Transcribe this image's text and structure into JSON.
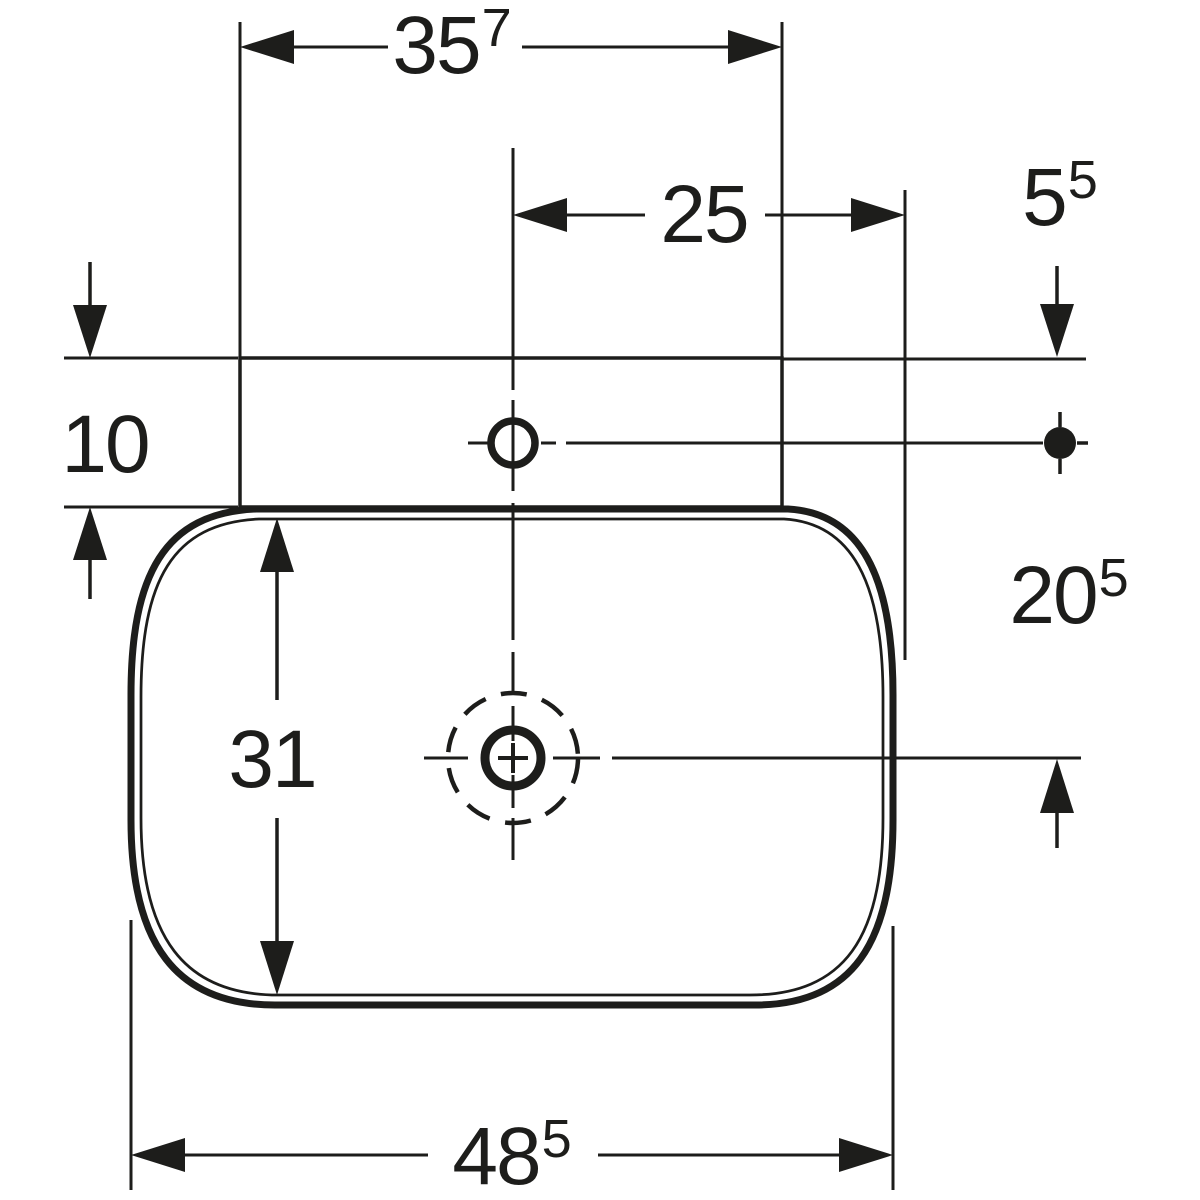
{
  "drawing": {
    "subject": "washbasin-top-view-dimension-drawing",
    "background_color": "#ffffff",
    "line_color": "#1d1d1b"
  },
  "dimensions": {
    "ledge_width": {
      "value": "35",
      "sup": "7"
    },
    "tap_hole_offset": {
      "value": "25",
      "sup": ""
    },
    "tap_hole_setback": {
      "value": "5",
      "sup": "5"
    },
    "ledge_depth": {
      "value": "10",
      "sup": ""
    },
    "tap_to_drain": {
      "value": "20",
      "sup": "5"
    },
    "basin_depth": {
      "value": "31",
      "sup": ""
    },
    "basin_width": {
      "value": "48",
      "sup": "5"
    }
  }
}
